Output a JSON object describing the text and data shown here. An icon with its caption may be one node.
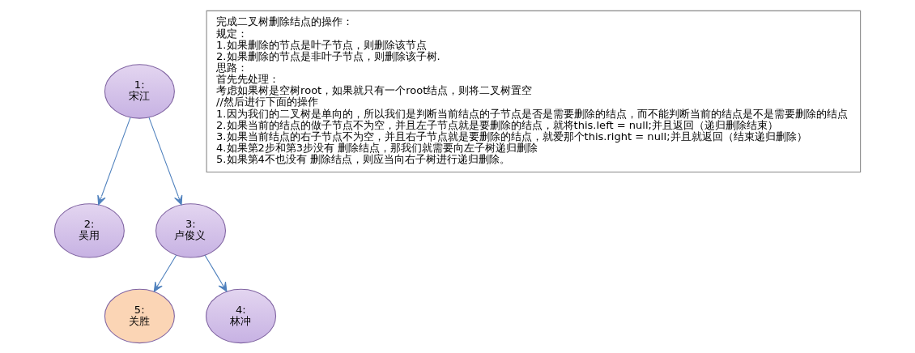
{
  "diagram": {
    "nodes": [
      {
        "text": [
          "1:",
          "宋江"
        ]
      },
      {
        "text": [
          "2:",
          "吴用"
        ]
      },
      {
        "text": [
          "3:",
          "卢俊义"
        ]
      },
      {
        "text": [
          "5:",
          "关胜"
        ]
      },
      {
        "text": [
          "4:",
          "林冲"
        ]
      },
      {
        "text": [
          "完成二叉树删除结点的操作：",
          "规定：",
          "1.如果删除的节点是叶子节点，则删除该节点",
          "2.如果删除的节点是非叶子节点，则删除该子树.",
          "思路：",
          "首先先处理：",
          "考虑如果树是空树root，如果就只有一个root结点，则将二叉树置空",
          "//然后进行下面的操作",
          "1.因为我们的二叉树是单向的，所以我们是判断当前结点的子节点是否是需要删除的结点，而不能判断当前的结点是不是需要删除的结点",
          "2.如果当前的结点的做子节点不为空，并且左子节点就是要删除的结点，就将this.left = null;并且返回（递归删除结束）",
          "3.如果当前结点的右子节点不为空，并且右子节点就是要删除的结点，就爱那个this.right = null;并且就返回（结束递归删除）",
          "4.如果第2步和第3步没有 删除结点，那我们就需要向左子树递归删除",
          "5.如果第4不也没有 删除结点，则应当向右子树进行递归删除。"
        ]
      }
    ],
    "edges": [
      {
        "from": 0,
        "to": 1,
        "arrow": "to"
      },
      {
        "from": 0,
        "to": 2,
        "arrow": "to"
      },
      {
        "from": 2,
        "to": 3,
        "arrow": "to"
      },
      {
        "from": 2,
        "to": 4,
        "arrow": "to"
      }
    ]
  }
}
